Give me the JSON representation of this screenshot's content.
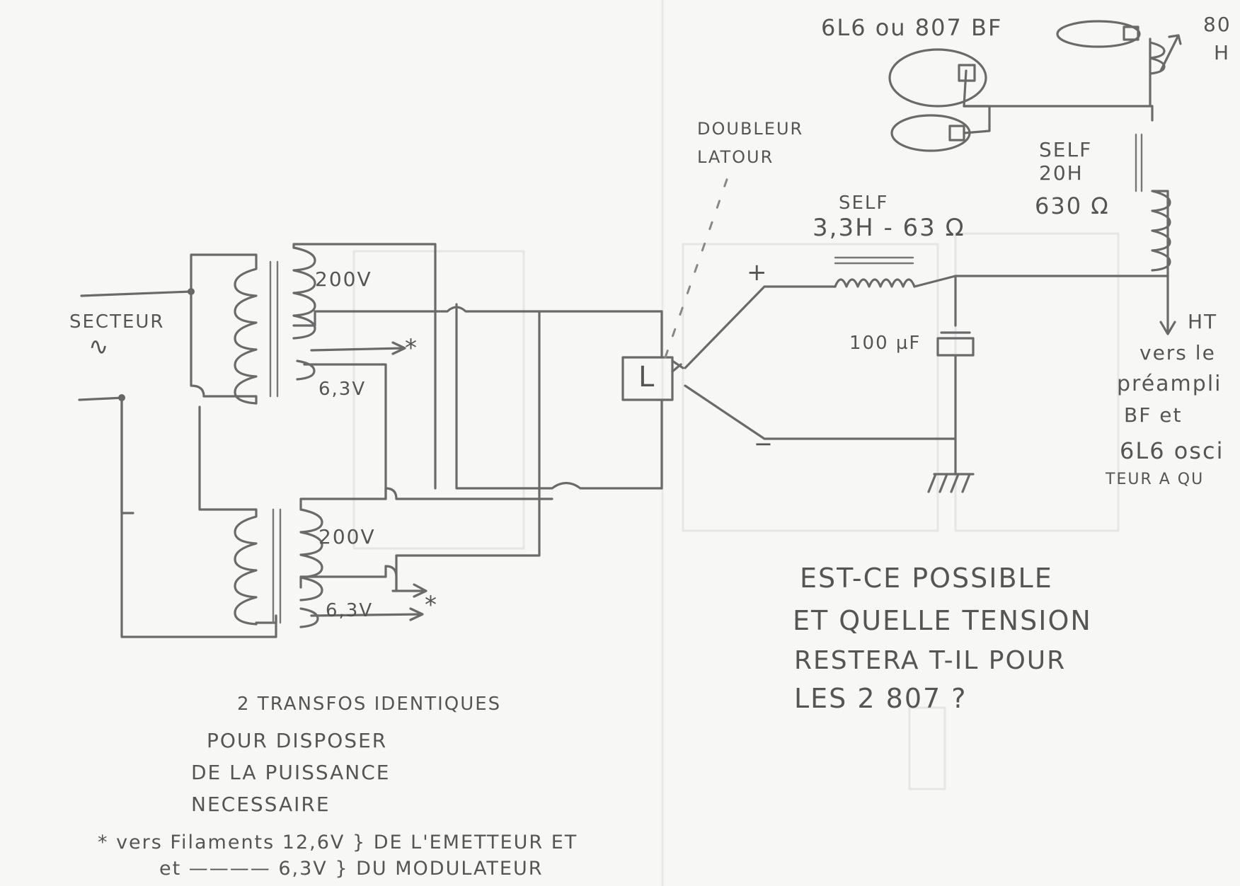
{
  "labels": {
    "secteur": "SECTEUR",
    "v200_top": "200V",
    "v63_top": "6,3V",
    "v200_bot": "200V",
    "v63_bot": "6,3V",
    "star": "*",
    "rect_letter": "L",
    "doubleur_line1": "DOUBLEUR",
    "doubleur_line2": "LATOUR",
    "plus": "+",
    "minus": "−",
    "self1_line1": "SELF",
    "self1_line2": "3,3H - 63 Ω",
    "cap": "100 µF",
    "self2_line1": "SELF",
    "self2_line2": "20H",
    "self2_line3": "630 Ω",
    "tubes": "6L6 ou 807 BF",
    "tube_right_top": "80",
    "tube_right_mid": "H",
    "ht": "HT",
    "ht_dest1": "vers le",
    "ht_dest2": "préampli",
    "ht_dest3": "BF et",
    "ht_dest4": "6L6 osci",
    "ht_dest5": "TEUR A QU"
  },
  "notes": {
    "left1": "2 TRANSFOS IDENTIQUES",
    "left2": "POUR DISPOSER",
    "left3": "DE LA PUISSANCE",
    "left4": "NECESSAIRE",
    "question1": "EST-CE POSSIBLE",
    "question2": "ET QUELLE TENSION",
    "question3": "RESTERA T-IL POUR",
    "question4": "LES 2 807 ?",
    "footnote1": "* vers Filaments 12,6V } DE L'EMETTEUR ET",
    "footnote2": "et ———— 6,3V } DU MODULATEUR"
  }
}
